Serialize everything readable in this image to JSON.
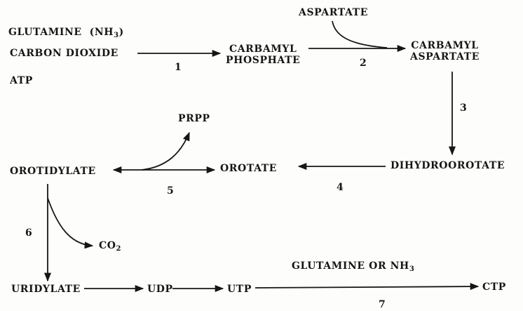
{
  "diagram": {
    "inputs": {
      "glutamine": "GLUTAMINE",
      "nh3": "(NH",
      "nh3_sub": "3",
      "nh3_close": ")",
      "co2": "CARBON DIOXIDE",
      "atp": "ATP"
    },
    "aspartate": "ASPARTATE",
    "carbamyl_phosphate": {
      "line1": "CARBAMYL",
      "line2": "PHOSPHATE"
    },
    "carbamyl_aspartate": {
      "line1": "CARBAMYL",
      "line2": "ASPARTATE"
    },
    "dihydroorotate": "DIHYDROOROTATE",
    "orotate": "OROTATE",
    "orotidylate": "OROTIDYLATE",
    "prpp": "PRPP",
    "co2_product": {
      "text": "CO",
      "sub": "2"
    },
    "uridylate": "URIDYLATE",
    "udp": "UDP",
    "utp": "UTP",
    "ctp": "CTP",
    "glutamine_or_nh3": {
      "text": "GLUTAMINE OR NH",
      "sub": "3"
    },
    "steps": [
      "1",
      "2",
      "3",
      "4",
      "5",
      "6",
      "7"
    ]
  }
}
